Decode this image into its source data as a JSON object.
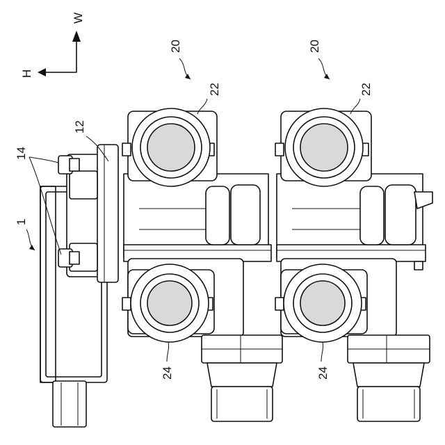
{
  "axis": {
    "vertical_label": "W",
    "horizontal_label": "H"
  },
  "refs": {
    "unit_left": "20",
    "unit_right": "20",
    "top_port_left": "22",
    "top_port_right": "22",
    "bottom_port_left": "24",
    "bottom_port_right": "24",
    "flange": "12",
    "bolts": "14",
    "base": "1"
  }
}
